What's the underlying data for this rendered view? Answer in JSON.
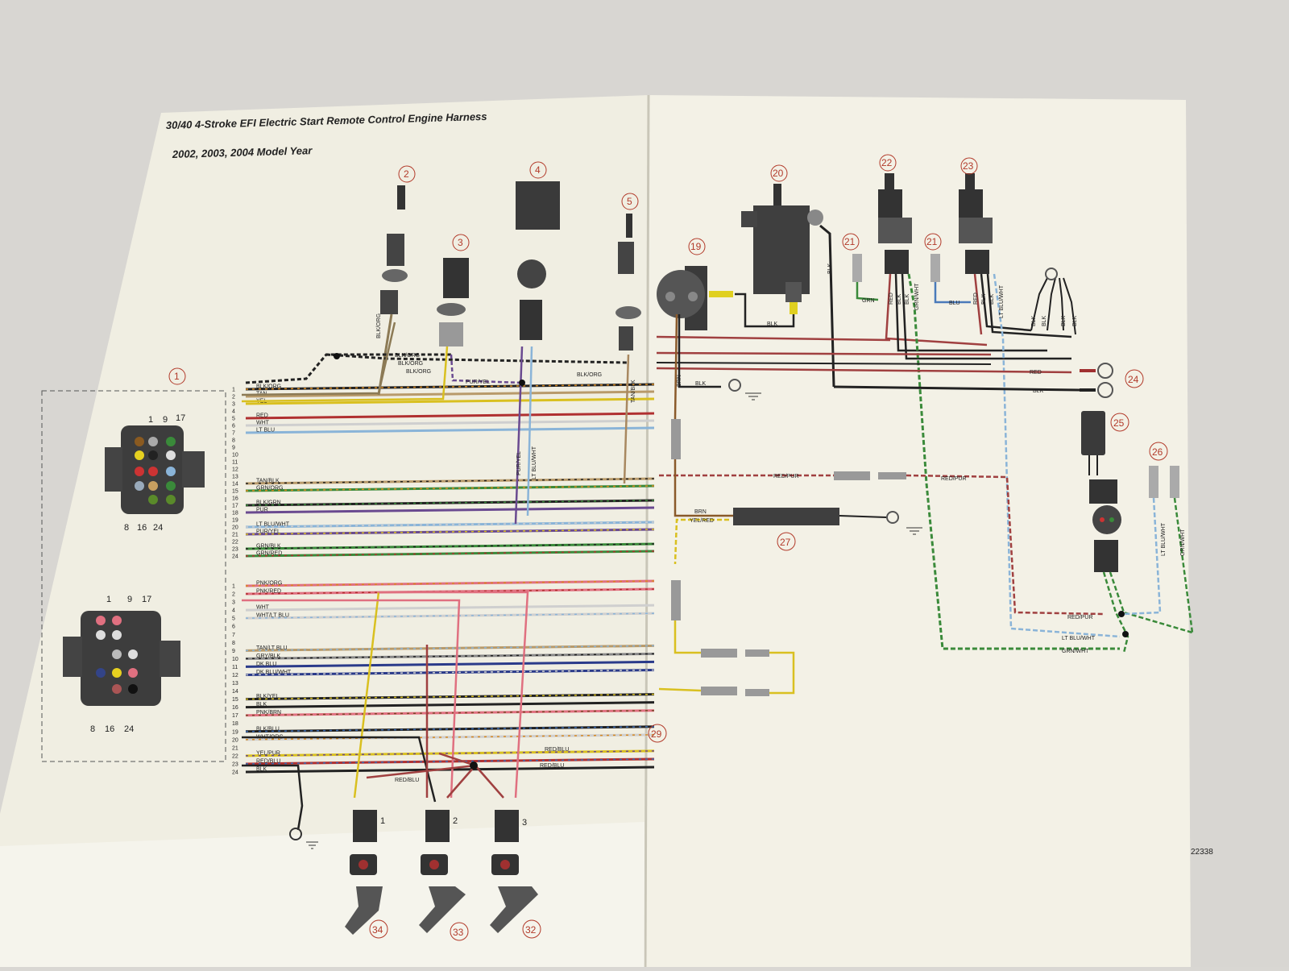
{
  "title": {
    "line1": "30/40 4-Stroke EFI Electric Start Remote Control Engine Harness",
    "line2": "2002, 2003, 2004 Model Year"
  },
  "figure_number": "22338",
  "callouts": [
    "1",
    "2",
    "3",
    "4",
    "5",
    "19",
    "20",
    "21",
    "21",
    "22",
    "23",
    "24",
    "25",
    "26",
    "27",
    "29",
    "32",
    "33",
    "34"
  ],
  "connector_a": {
    "top_numbers": [
      "1",
      "9",
      "17"
    ],
    "bottom_numbers": [
      "8",
      "16",
      "24"
    ],
    "pins": [
      {
        "n": "1",
        "label": "BLK/ORG"
      },
      {
        "n": "2",
        "label": "TAN"
      },
      {
        "n": "3",
        "label": "YEL"
      },
      {
        "n": "4",
        "label": ""
      },
      {
        "n": "5",
        "label": "RED"
      },
      {
        "n": "6",
        "label": "WHT"
      },
      {
        "n": "7",
        "label": "LT BLU"
      },
      {
        "n": "8",
        "label": ""
      },
      {
        "n": "9",
        "label": ""
      },
      {
        "n": "10",
        "label": ""
      },
      {
        "n": "11",
        "label": ""
      },
      {
        "n": "12",
        "label": ""
      },
      {
        "n": "13",
        "label": ""
      },
      {
        "n": "14",
        "label": "TAN/BLK"
      },
      {
        "n": "15",
        "label": "GRN/ORG"
      },
      {
        "n": "16",
        "label": ""
      },
      {
        "n": "17",
        "label": "BLK/GRN"
      },
      {
        "n": "18",
        "label": "PUR"
      },
      {
        "n": "19",
        "label": ""
      },
      {
        "n": "20",
        "label": "LT BLU/WHT"
      },
      {
        "n": "21",
        "label": "PUR/YEL"
      },
      {
        "n": "22",
        "label": ""
      },
      {
        "n": "23",
        "label": "GRN/BLK"
      },
      {
        "n": "24",
        "label": "GRN/RED"
      }
    ]
  },
  "connector_b": {
    "top_numbers": [
      "1",
      "9",
      "17"
    ],
    "bottom_numbers": [
      "8",
      "16",
      "24"
    ],
    "pins": [
      {
        "n": "1",
        "label": "PNK/ORG"
      },
      {
        "n": "2",
        "label": "PNK/RED"
      },
      {
        "n": "3",
        "label": ""
      },
      {
        "n": "4",
        "label": "WHT"
      },
      {
        "n": "5",
        "label": "WHT/LT BLU"
      },
      {
        "n": "6",
        "label": ""
      },
      {
        "n": "7",
        "label": ""
      },
      {
        "n": "8",
        "label": ""
      },
      {
        "n": "9",
        "label": "TAN/LT BLU"
      },
      {
        "n": "10",
        "label": "GRY/BLK"
      },
      {
        "n": "11",
        "label": "DK BLU"
      },
      {
        "n": "12",
        "label": "DK BLU/WHT"
      },
      {
        "n": "13",
        "label": ""
      },
      {
        "n": "14",
        "label": ""
      },
      {
        "n": "15",
        "label": "BLK/YEL"
      },
      {
        "n": "16",
        "label": "BLK"
      },
      {
        "n": "17",
        "label": "PNK/BRN"
      },
      {
        "n": "18",
        "label": ""
      },
      {
        "n": "19",
        "label": "BLK/BLU"
      },
      {
        "n": "20",
        "label": "WHT/ORG"
      },
      {
        "n": "21",
        "label": ""
      },
      {
        "n": "22",
        "label": "YEL/PUR"
      },
      {
        "n": "23",
        "label": "RED/BLU"
      },
      {
        "n": "24",
        "label": "BLK"
      }
    ]
  },
  "wire_labels": {
    "blk_org_1": "BLK/ORG",
    "blk_org_2": "BLK/ORG",
    "blk_org_3": "BLK/ORG",
    "blk_org_4": "BLK/ORG",
    "blk_org_vert": "BLK/ORG",
    "pur_yel_h": "PUR/YEL",
    "pur_yel_v": "PUR/YEL",
    "lt_blu_wht_v": "LT BLU/WHT",
    "tan_blk_v": "TAN/BLK",
    "red_blu_1": "RED/BLU",
    "red_blu_2": "RED/BLU",
    "red_blu_3": "RED/BLU",
    "brn_1": "BRN",
    "blk_ground": "BLK",
    "blk_starter": "BLK",
    "blk_vert": "BLK",
    "grn_21": "GRN",
    "blu_21": "BLU",
    "red_22": "RED",
    "blk_22a": "BLK",
    "blk_22b": "BLK",
    "grn_wht_22": "GRN/WHT",
    "red_23": "RED",
    "blk_23a": "BLK",
    "blk_23b": "BLK",
    "lt_blu_wht_23": "LT BLU/WHT",
    "blk_r1": "BLK",
    "blk_r2": "BLK",
    "blk_r3": "BLK",
    "blk_r4": "BLK",
    "red_24": "RED",
    "blk_24": "BLK",
    "red_pur_1": "RED/PUR",
    "red_pur_2": "RED/PUR",
    "brn_2": "BRN",
    "yel_red": "YEL/RED",
    "red_pur_3": "RED/PUR",
    "lt_blu_wht_3": "LT BLU/WHT",
    "grn_wht_3": "GRN/WHT",
    "lt_blu_wht_26": "LT BLU/WHT",
    "grn_wht_26": "GRN/WHT"
  },
  "injector_numbers": [
    "1",
    "2",
    "3"
  ],
  "colors": {
    "paper": "#f1efe3",
    "callout": "#b23a2a",
    "background": "#d9d7d3"
  }
}
